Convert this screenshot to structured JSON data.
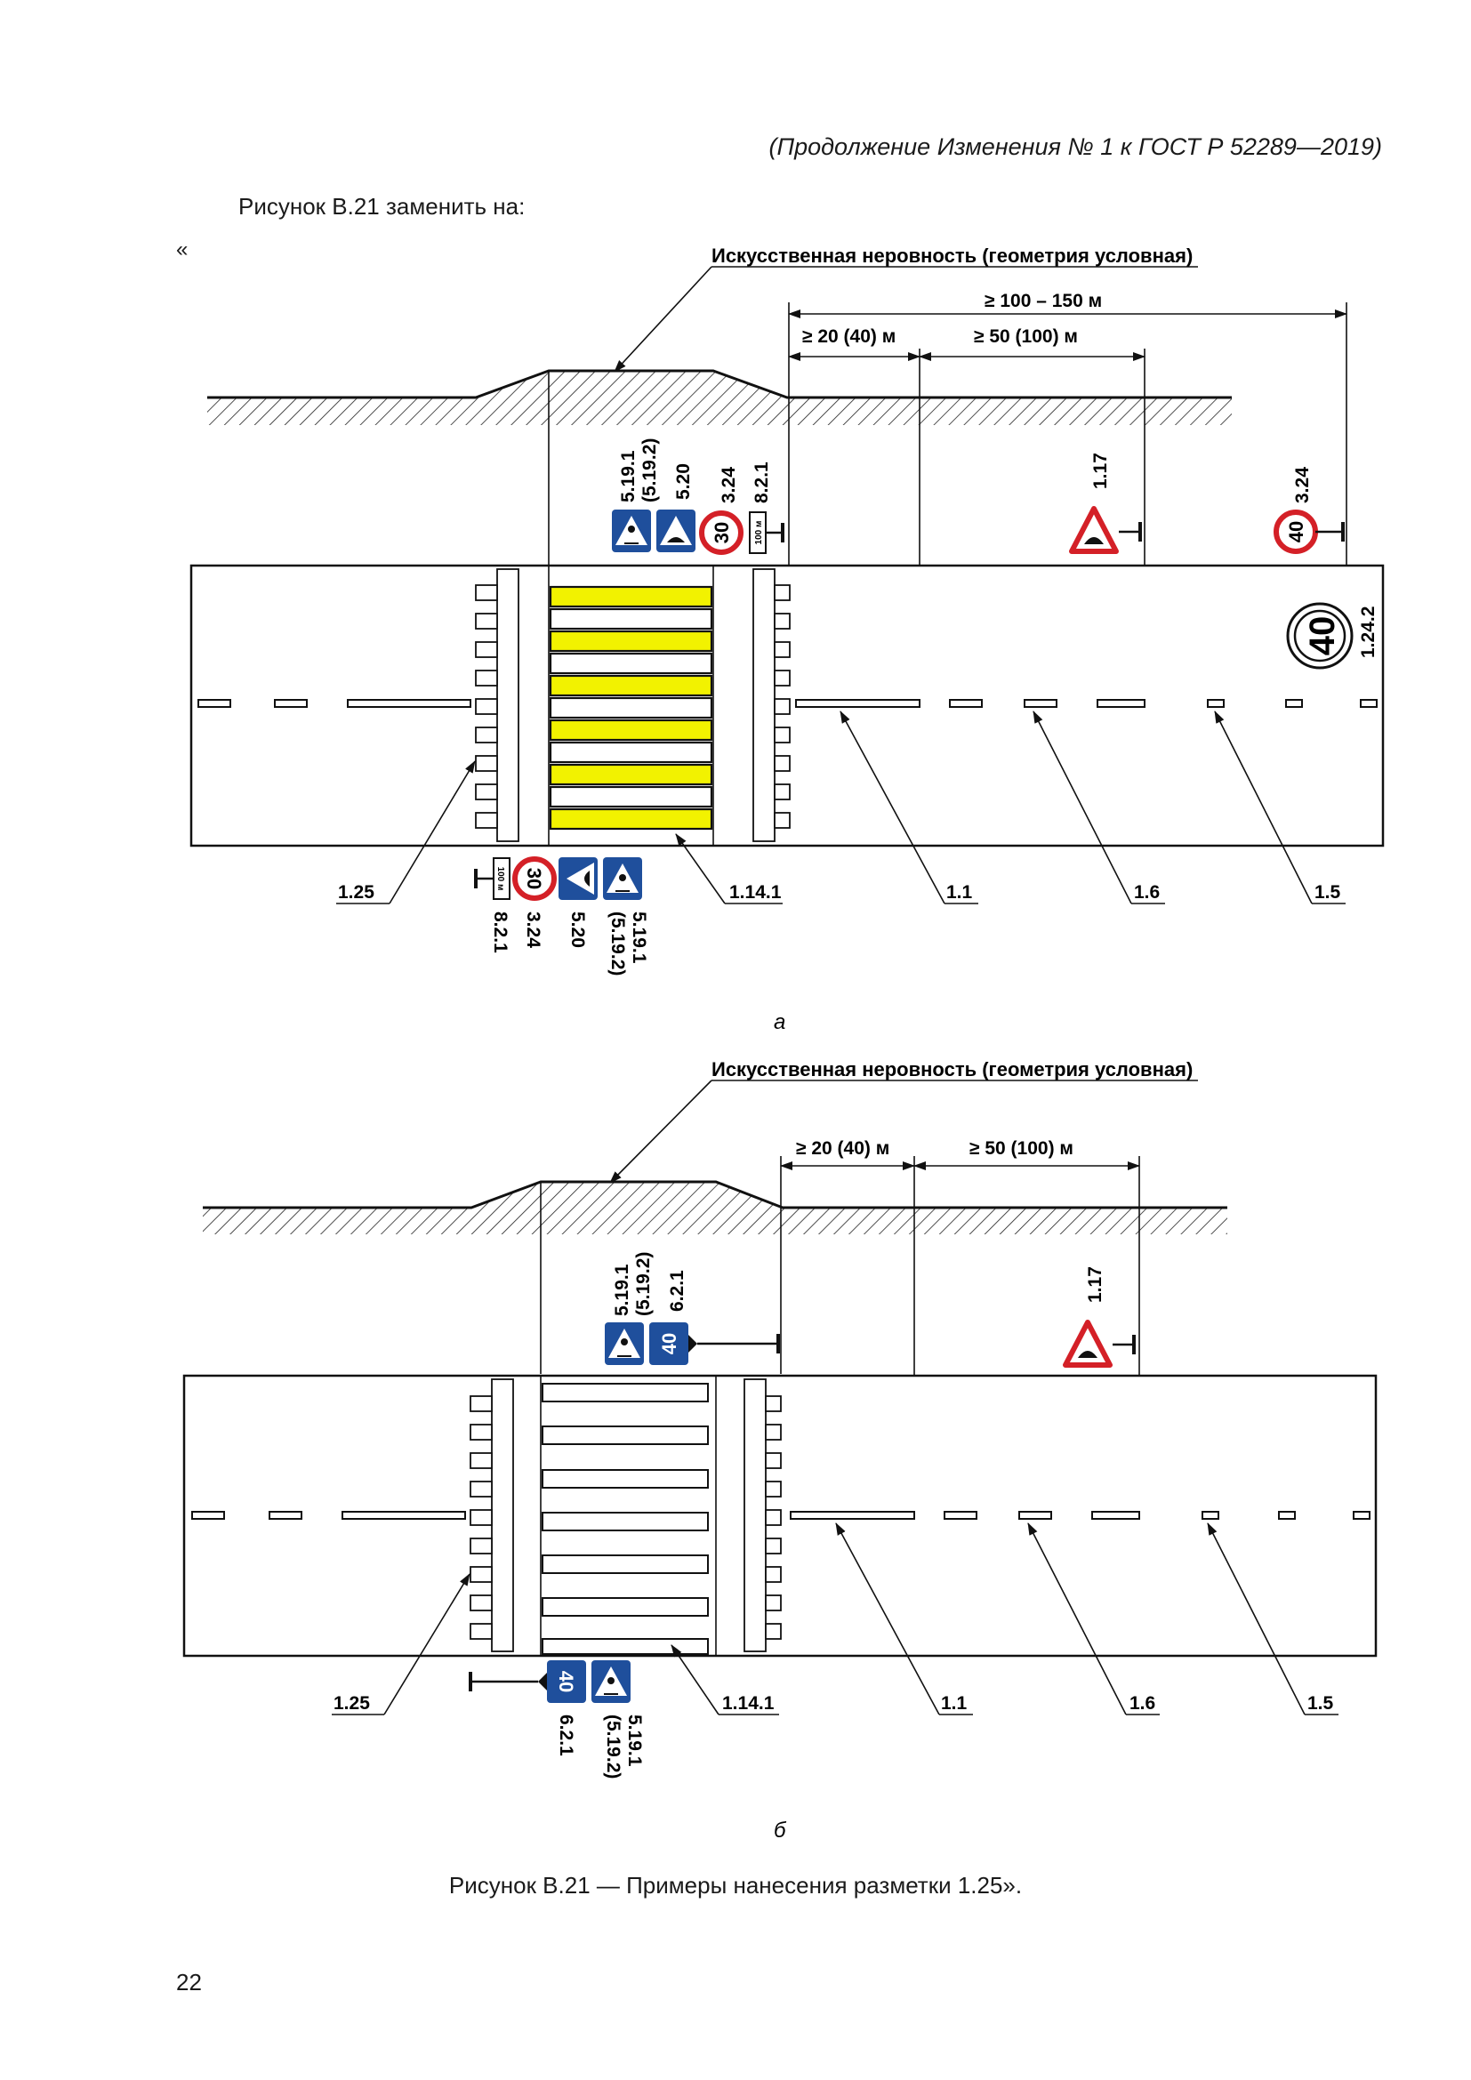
{
  "header": {
    "continuation": "(Продолжение Изменения № 1 к ГОСТ Р 52289—2019)"
  },
  "lead": {
    "text": "Рисунок В.21 заменить на:",
    "quote_open": "«"
  },
  "figure_a": {
    "title": "Искусственная неровность (геометрия условная)",
    "dims": {
      "total": "≥ 100 – 150 м",
      "d1": "≥ 20 (40) м",
      "d2": "≥ 50 (100) м"
    },
    "signs_top": [
      "5.19.1",
      "(5.19.2)",
      "5.20",
      "3.24",
      "8.2.1",
      "1.17",
      "3.24"
    ],
    "sign_values": {
      "speed_30": "30",
      "speed_40": "40",
      "plate": "100 м"
    },
    "road_mark": {
      "value": "40",
      "label": "1.24.2"
    },
    "signs_bottom": [
      "8.2.1",
      "3.24",
      "5.20",
      "5.19.1",
      "(5.19.2)"
    ],
    "callouts": [
      "1.25",
      "1.14.1",
      "1.1",
      "1.6",
      "1.5"
    ],
    "sub": "а"
  },
  "figure_b": {
    "title": "Искусственная неровность (геометрия условная)",
    "dims": {
      "d1": "≥ 20 (40) м",
      "d2": "≥ 50 (100) м"
    },
    "signs_top": [
      "5.19.1",
      "(5.19.2)",
      "6.2.1",
      "1.17"
    ],
    "sign_values": {
      "speed_40": "40"
    },
    "signs_bottom": [
      "6.2.1",
      "5.19.1",
      "(5.19.2)"
    ],
    "callouts": [
      "1.25",
      "1.14.1",
      "1.1",
      "1.6",
      "1.5"
    ],
    "sub": "б"
  },
  "caption": "Рисунок В.21 — Примеры нанесения разметки 1.25».",
  "page_number": "22",
  "colors": {
    "yellow": "#f2f200",
    "sign_blue": "#1f4f9c",
    "red": "#d42027"
  }
}
